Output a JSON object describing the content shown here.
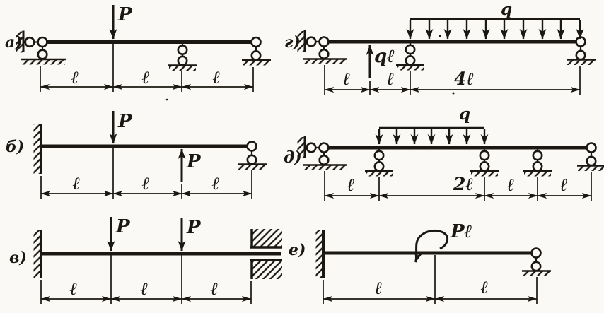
{
  "figure": {
    "background": "#faf9f6",
    "ink": "#1b1712"
  },
  "diagrams": {
    "a": {
      "label": "а)",
      "force": "P",
      "dims": [
        "ℓ",
        "ℓ",
        "ℓ"
      ]
    },
    "b": {
      "label": "б)",
      "force_down": "P",
      "force_up": "P",
      "dims": [
        "ℓ",
        "ℓ",
        "ℓ"
      ]
    },
    "v": {
      "label": "в)",
      "force_left": "P",
      "force_right": "P",
      "dims": [
        "ℓ",
        "ℓ",
        "ℓ"
      ]
    },
    "g": {
      "label": "г)",
      "load": "q",
      "force_up": "qℓ",
      "dims": [
        "ℓ",
        "ℓ",
        "4ℓ"
      ]
    },
    "d": {
      "label": "д)",
      "load": "q",
      "dims": [
        "ℓ",
        "2ℓ",
        "ℓ",
        "ℓ"
      ]
    },
    "e": {
      "label": "е)",
      "moment": "Pℓ",
      "dims": [
        "ℓ",
        "ℓ"
      ]
    }
  }
}
